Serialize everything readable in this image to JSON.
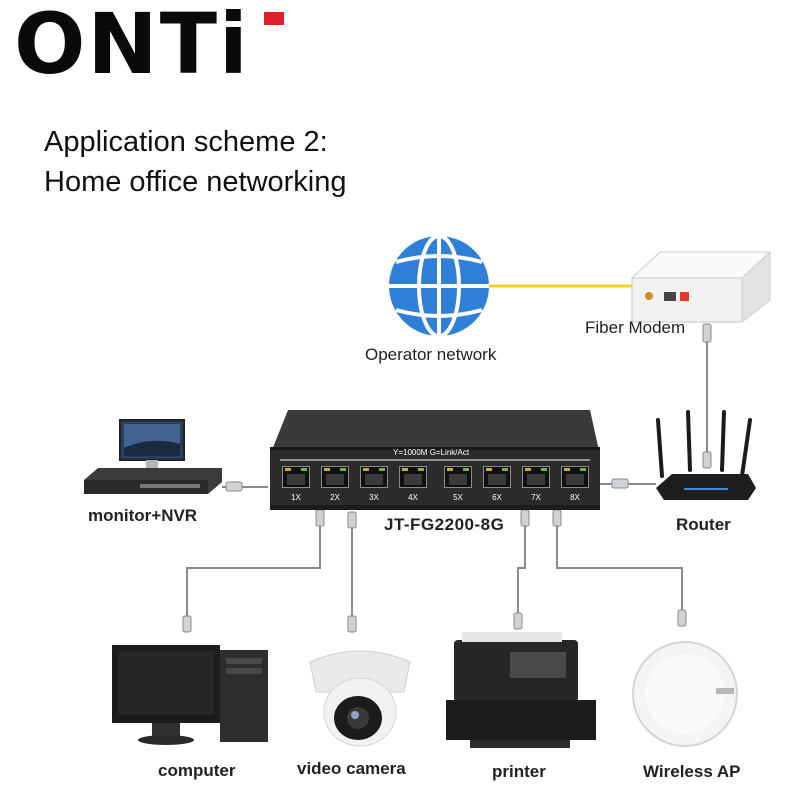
{
  "brand": {
    "logo": "ONTi"
  },
  "heading": {
    "line1": "Application scheme 2:",
    "line2": "Home office networking"
  },
  "nodes": {
    "operator_network": "Operator network",
    "fiber_modem": "Fiber Modem",
    "monitor_nvr": "monitor+NVR",
    "router": "Router",
    "computer": "computer",
    "video_camera": "video camera",
    "printer": "printer",
    "wireless_ap": "Wireless AP"
  },
  "switch": {
    "model": "JT-FG2200-8G",
    "led_legend": "Y=1000M  G=Link/Act",
    "ports": [
      "1X",
      "2X",
      "3X",
      "4X",
      "5X",
      "6X",
      "7X",
      "8X"
    ]
  },
  "colors": {
    "logo_accent": "#e0212b",
    "globe": "#2f7fd8",
    "fiber_line": "#f2d21c",
    "cable": "#8a8a8a",
    "switch_body": "#2b2b2b"
  }
}
